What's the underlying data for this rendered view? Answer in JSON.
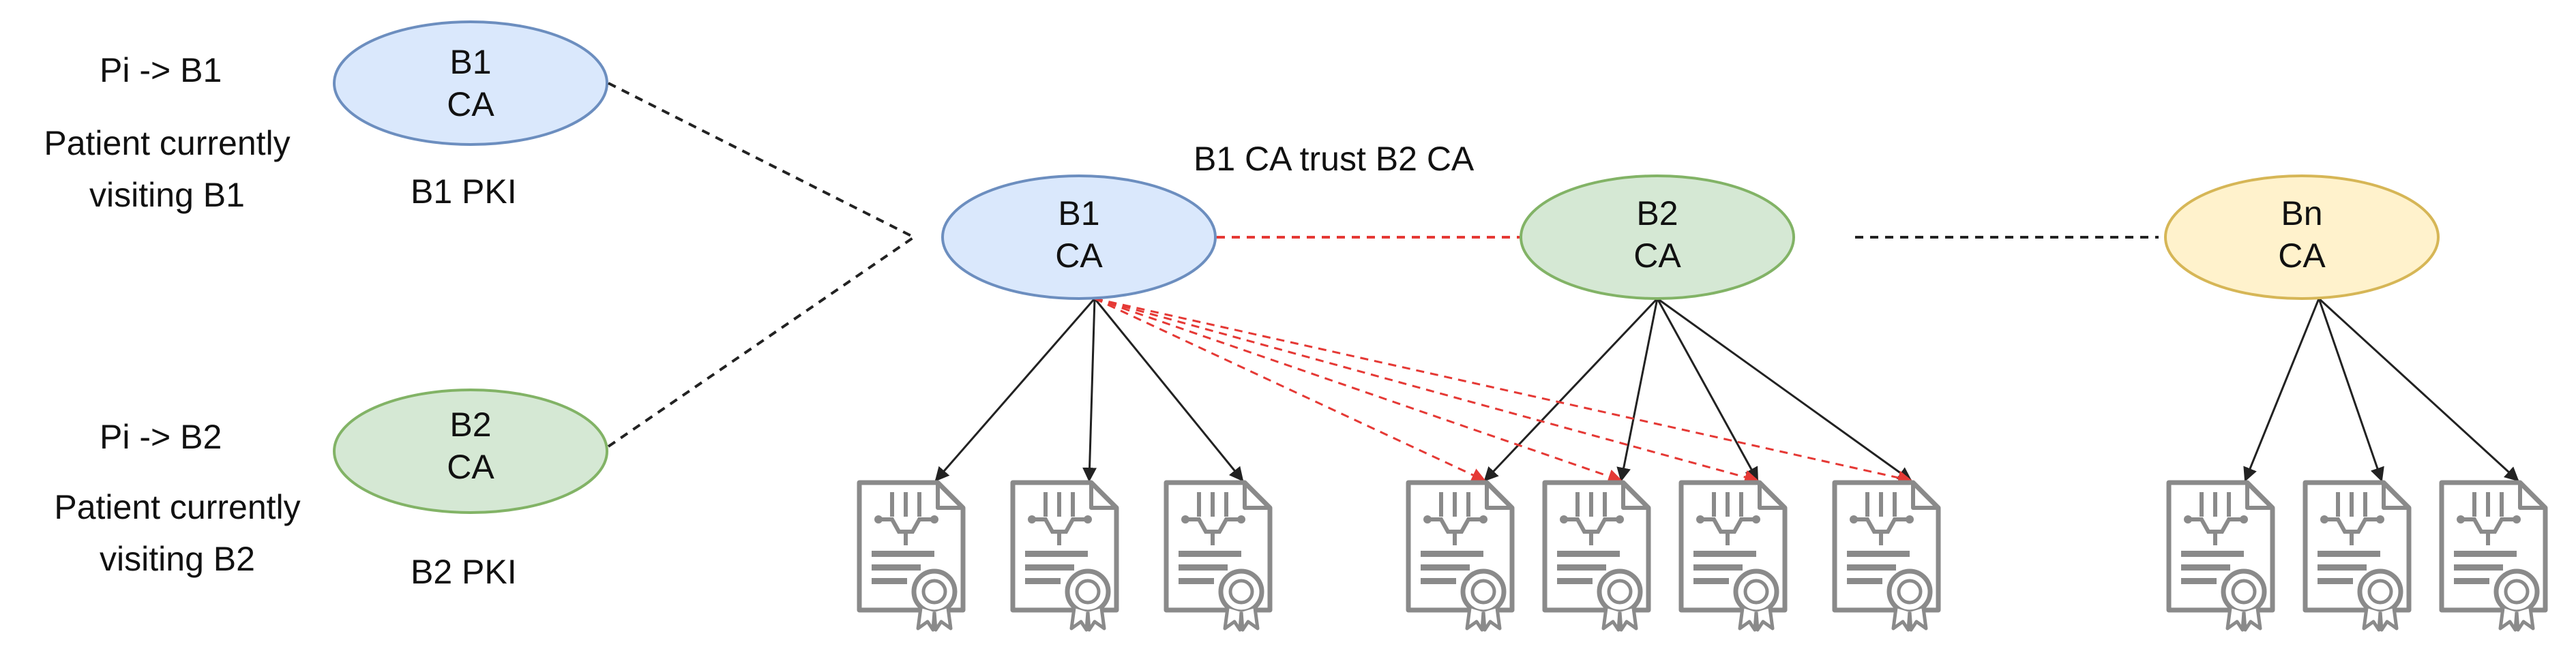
{
  "left_pkis": [
    {
      "mapping": "Pi -> B1",
      "caption_line1": "Patient currently",
      "caption_line2": "visiting B1",
      "ca_line1": "B1",
      "ca_line2": "CA",
      "pki_label": "B1 PKI"
    },
    {
      "mapping": "Pi -> B2",
      "caption_line1": "Patient currently",
      "caption_line2": "visiting B2",
      "ca_line1": "B2",
      "ca_line2": "CA",
      "pki_label": "B2 PKI"
    }
  ],
  "trust_label": "B1 CA trust B2 CA",
  "cas": [
    {
      "line1": "B1",
      "line2": "CA",
      "color": "blue"
    },
    {
      "line1": "B2",
      "line2": "CA",
      "color": "green"
    },
    {
      "line1": "Bn",
      "line2": "CA",
      "color": "yellow"
    }
  ],
  "certificate_groups": [
    {
      "ca": "B1",
      "count": 3
    },
    {
      "ca": "B2",
      "count": 4
    },
    {
      "ca": "Bn",
      "count": 3
    }
  ],
  "trust_links": {
    "from": "B1",
    "to_certificates_of": "B2",
    "style": "dashed",
    "color": "#e53935"
  },
  "colors": {
    "blue_fill": "#dae8fc",
    "blue_stroke": "#6c8ebf",
    "green_fill": "#d5e8d4",
    "green_stroke": "#82b366",
    "yellow_fill": "#fff2cc",
    "yellow_stroke": "#d6b656",
    "trust_red": "#e53935",
    "line_black": "#222222",
    "cert_gray": "#8a8a8a"
  }
}
